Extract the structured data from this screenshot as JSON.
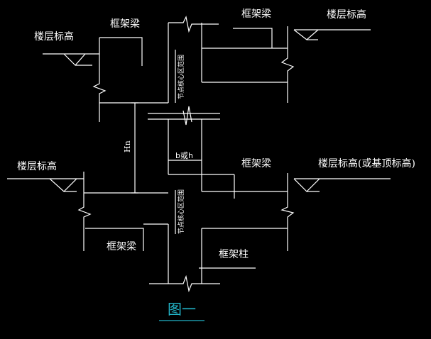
{
  "labels": {
    "floor_elev_tl": "楼层标高",
    "beam_tl": "框架梁",
    "beam_tr": "框架梁",
    "floor_elev_tr": "楼层标高",
    "floor_elev_ml": "楼层标高",
    "beam_mr": "框架梁",
    "floor_elev_mr": "楼层标高(或基顶标高)",
    "beam_bl": "框架梁",
    "column_b": "框架柱",
    "joint_zone_top": "节点核心区范围",
    "joint_zone_bottom": "节点核心区范围",
    "dim_h0": "Hn",
    "dim_bh": "b或h"
  },
  "caption": "图一",
  "colors": {
    "lines": "#ffffff",
    "caption": "#22b4c8"
  }
}
